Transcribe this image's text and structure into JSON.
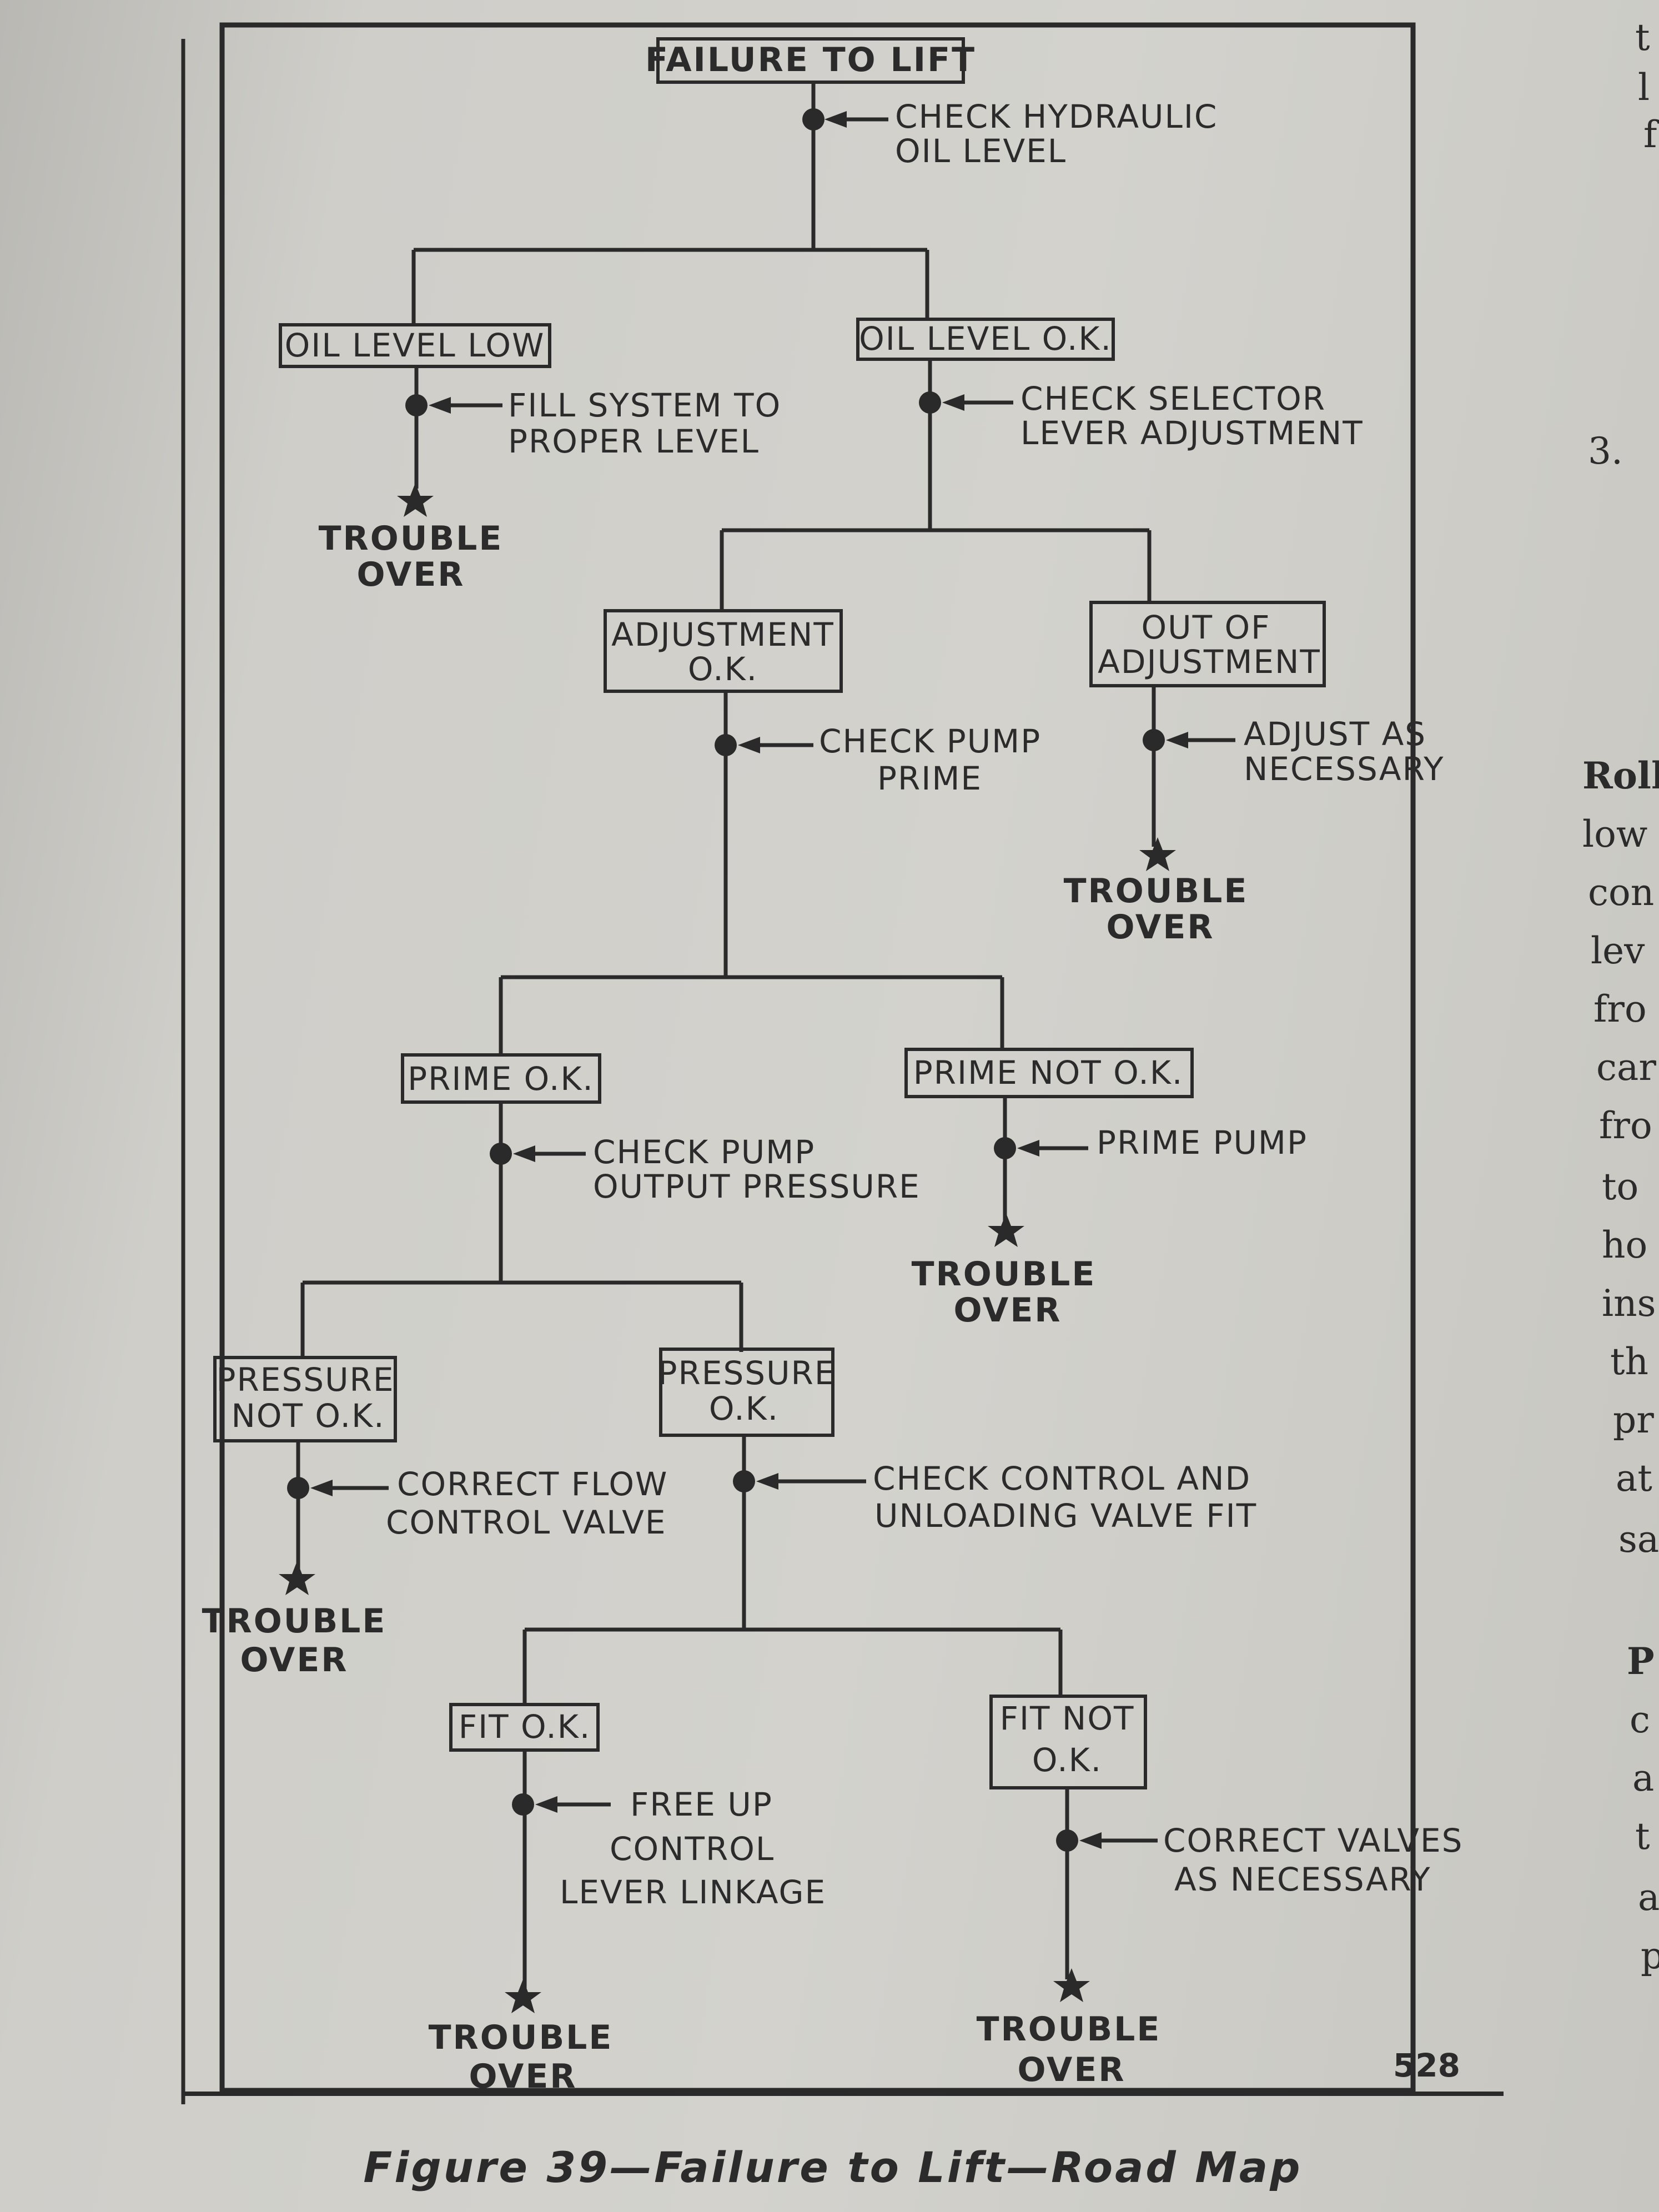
{
  "title": "FAILURE TO LIFT",
  "nodes": {
    "failure_to_lift": "FAILURE TO LIFT",
    "oil_level_low": "OIL LEVEL LOW",
    "oil_level_ok": "OIL LEVEL O.K.",
    "adjustment_ok": [
      "ADJUSTMENT",
      "O.K."
    ],
    "out_of_adjustment": [
      "OUT OF",
      "ADJUSTMENT"
    ],
    "prime_ok": "PRIME O.K.",
    "prime_not_ok": "PRIME NOT O.K.",
    "pressure_not_ok": [
      "PRESSURE",
      "NOT O.K."
    ],
    "pressure_ok": [
      "PRESSURE",
      "O.K."
    ],
    "fit_ok": "FIT O.K.",
    "fit_not_ok": [
      "FIT NOT",
      "O.K."
    ]
  },
  "actions": {
    "check_hydraulic_oil_level": [
      "CHECK HYDRAULIC",
      "OIL LEVEL"
    ],
    "fill_system": [
      "FILL SYSTEM TO",
      "PROPER LEVEL"
    ],
    "check_selector_lever": [
      "CHECK SELECTOR",
      "LEVER ADJUSTMENT"
    ],
    "check_pump_prime": [
      "CHECK PUMP",
      "PRIME"
    ],
    "adjust_as_necessary": [
      "ADJUST AS",
      "NECESSARY"
    ],
    "check_pump_output_pressure": [
      "CHECK PUMP",
      "OUTPUT PRESSURE"
    ],
    "prime_pump": [
      "PRIME PUMP"
    ],
    "correct_flow_control_valve": [
      "CORRECT FLOW",
      "CONTROL VALVE"
    ],
    "check_control_unloading": [
      "CHECK CONTROL AND",
      "UNLOADING VALVE FIT"
    ],
    "free_up_control_lever": [
      "FREE UP",
      "CONTROL",
      "LEVER LINKAGE"
    ],
    "correct_valves": [
      "CORRECT VALVES",
      "AS NECESSARY"
    ]
  },
  "terminal": [
    "TROUBLE",
    "OVER"
  ],
  "page_number": "528",
  "caption": "Figure 39—Failure to Lift—Road Map",
  "adjacent_page": {
    "top_fragments": [
      "t",
      "l",
      "f"
    ],
    "number_fragment": "3.",
    "bold_fragment": "Roll",
    "fragments": [
      "low",
      "con",
      "lev",
      "fro",
      "car",
      "fro",
      "to",
      "ho",
      "ins",
      "th",
      "pr",
      "at",
      "sa"
    ],
    "bold_fragment_2": "P",
    "fragments_2": [
      "c",
      "a",
      "t",
      "a",
      "p"
    ]
  }
}
